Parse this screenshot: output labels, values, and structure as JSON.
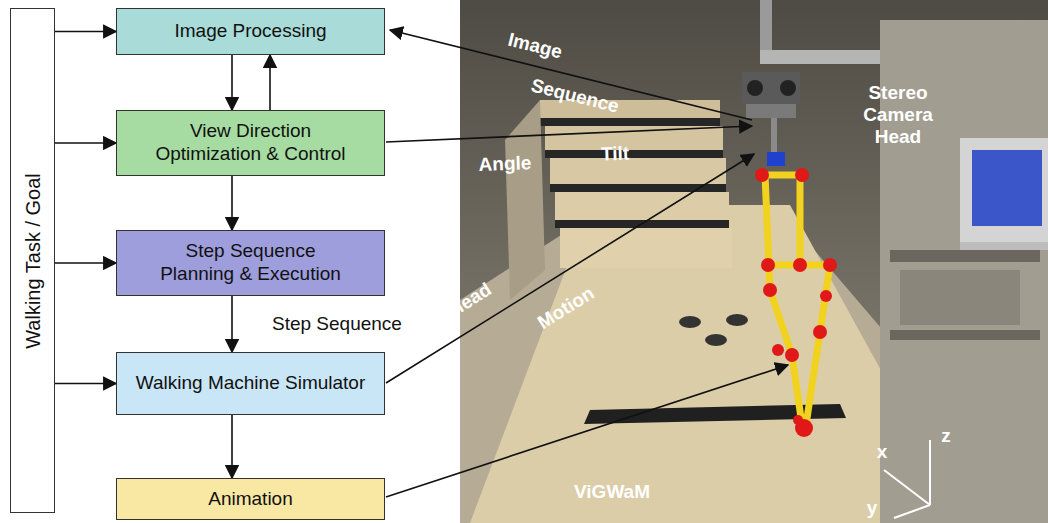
{
  "diagram": {
    "nodes": [
      {
        "text": [
          "Walking Task / Goal"
        ]
      },
      {
        "text": [
          "Image Processing"
        ]
      },
      {
        "text": [
          "View Direction Optimization & Control"
        ]
      },
      {
        "text": [
          "Step Sequence Planning & Execution"
        ]
      },
      {
        "text": [
          "Walking Machine Simulator"
        ]
      },
      {
        "text": [
          "Animation"
        ]
      }
    ],
    "edges": [
      {
        "from": 0,
        "to": 1,
        "arrow": "to"
      },
      {
        "from": 0,
        "to": 2,
        "arrow": "to"
      },
      {
        "from": 0,
        "to": 3,
        "arrow": "to"
      },
      {
        "from": 0,
        "to": 4,
        "arrow": "to"
      },
      {
        "from": 1,
        "to": 2,
        "arrow": "to"
      },
      {
        "from": 2,
        "to": 1,
        "arrow": "to"
      },
      {
        "from": 2,
        "to": 3,
        "arrow": "to"
      },
      {
        "from": 3,
        "to": 4,
        "label": "Step Sequence",
        "arrow": "to"
      },
      {
        "from": 4,
        "to": 5,
        "arrow": "to"
      }
    ],
    "labels": [
      "Image",
      "Sequence",
      "Tilt",
      "Angle",
      "Stereo Camera Head",
      "Head",
      "Motion",
      "ViGWaM",
      "x",
      "y",
      "z"
    ]
  }
}
